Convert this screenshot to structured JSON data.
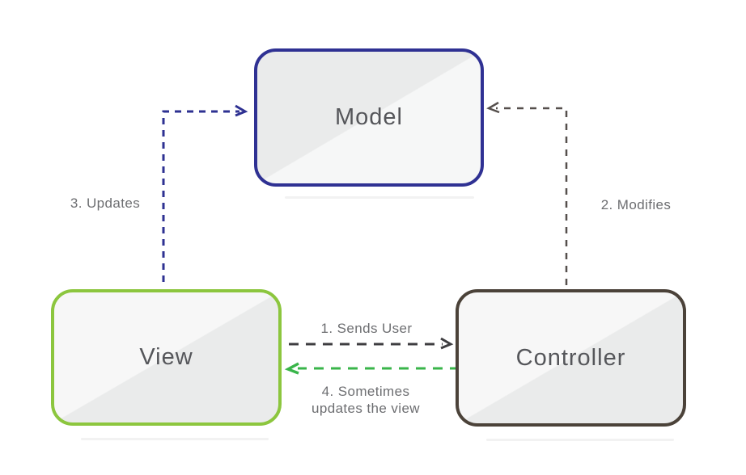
{
  "diagram": {
    "type": "flow-diagram",
    "subject": "Model-View-Controller"
  },
  "boxes": {
    "model": {
      "label": "Model",
      "border_color": "#2f3193"
    },
    "view": {
      "label": "View",
      "border_color": "#8cc63e"
    },
    "controller": {
      "label": "Controller",
      "border_color": "#4b4239"
    }
  },
  "arrows": {
    "sends_user": {
      "label": "1. Sends User",
      "color": "#3e3d40",
      "from": "view",
      "to": "controller",
      "style": "dashed"
    },
    "modifies": {
      "label": "2. Modifies",
      "color": "#554f4c",
      "from": "controller",
      "to": "model",
      "style": "dashed"
    },
    "updates": {
      "label": "3. Updates",
      "color": "#2e3192",
      "from": "view",
      "to": "model",
      "style": "dashed"
    },
    "sometimes": {
      "label_line1": "4. Sometimes",
      "label_line2": "updates the view",
      "color": "#39b54a",
      "from": "controller",
      "to": "view",
      "style": "dashed"
    }
  },
  "colors": {
    "background": "#ffffff",
    "label_text": "#6d6e71",
    "box_title_text": "#55565a"
  }
}
